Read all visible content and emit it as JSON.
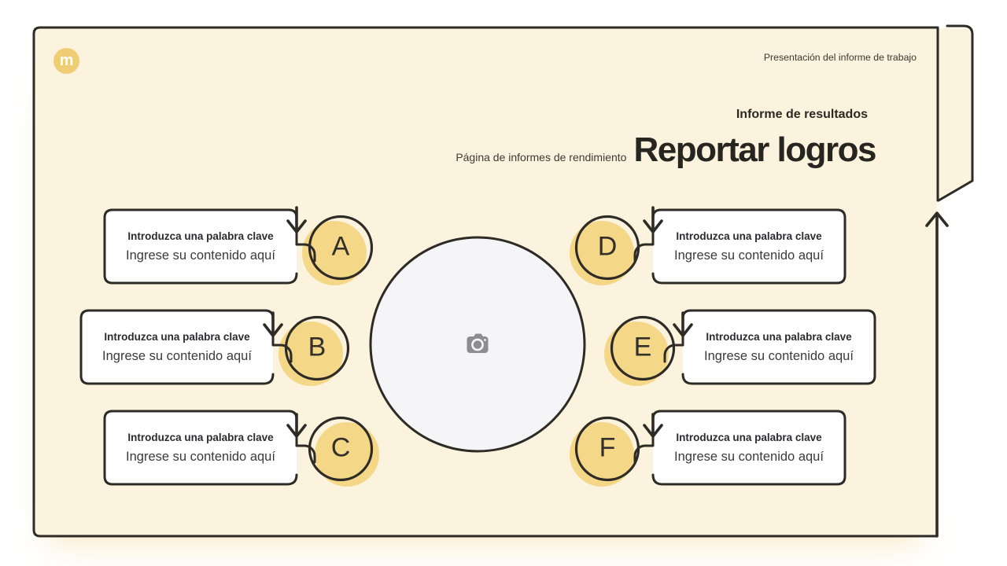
{
  "slide": {
    "logo_letter": "m",
    "header_note": "Presentación del informe de trabajo",
    "overline": "Informe de resultados",
    "eyebrow": "Página de informes de rendimiento",
    "title": "Reportar logros"
  },
  "groups": [
    {
      "letter": "A",
      "keyword_label": "Introduzca una palabra clave",
      "content_placeholder": "Ingrese su contenido aquí"
    },
    {
      "letter": "B",
      "keyword_label": "Introduzca una palabra clave",
      "content_placeholder": "Ingrese su contenido aquí"
    },
    {
      "letter": "C",
      "keyword_label": "Introduzca una palabra clave",
      "content_placeholder": "Ingrese su contenido aquí"
    },
    {
      "letter": "D",
      "keyword_label": "Introduzca una palabra clave",
      "content_placeholder": "Ingrese su contenido aquí"
    },
    {
      "letter": "E",
      "keyword_label": "Introduzca una palabra clave",
      "content_placeholder": "Ingrese su contenido aquí"
    },
    {
      "letter": "F",
      "keyword_label": "Introduzca una palabra clave",
      "content_placeholder": "Ingrese su contenido aquí"
    }
  ],
  "image_placeholder": {
    "icon": "camera-icon"
  },
  "colors": {
    "page_bg": "#ffffff",
    "card_bg": "#FBF3DD",
    "outline": "#2E2B26",
    "accent_yellow": "#F5D788",
    "logo_yellow": "#EECD74",
    "circle_fill": "#F5F5F7",
    "camera_gray": "#8C8C91",
    "title_text": "#272520",
    "muted_text": "#3E3B34"
  }
}
